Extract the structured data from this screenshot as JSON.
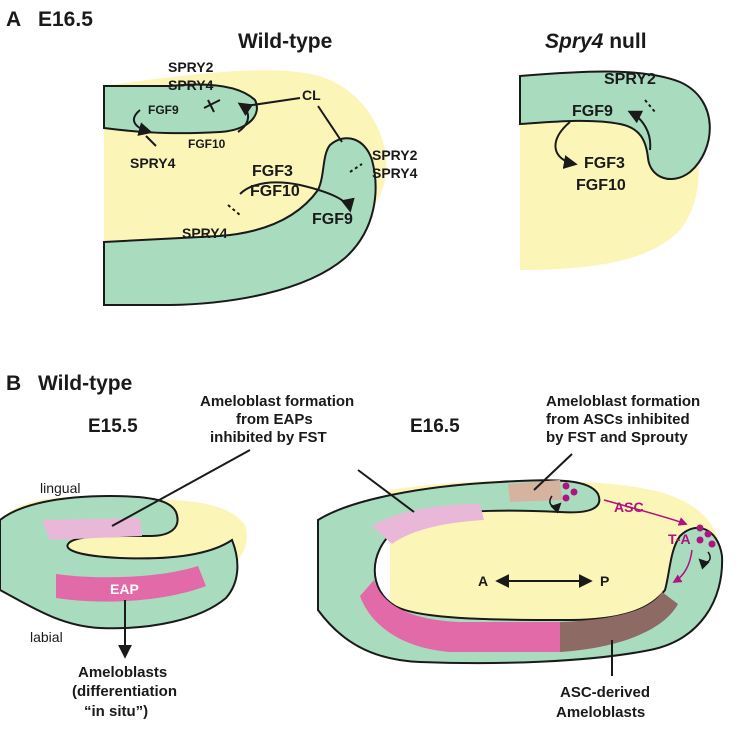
{
  "panel_a": {
    "letter": "A",
    "stage": "E16.5",
    "wild_type_title": "Wild-type",
    "null_title_gene": "Spry4",
    "null_title_rest": " null",
    "wt_labels": {
      "spry2_top": "SPRY2",
      "spry4_top": "SPRY4",
      "cl": "CL",
      "fgf9_small": "FGF9",
      "fgf10_small": "FGF10",
      "spry4_left": "SPRY4",
      "fgf3": "FGF3",
      "fgf10": "FGF10",
      "spry2_right": "SPRY2",
      "spry4_right": "SPRY4",
      "spry4_bottom": "SPRY4",
      "fgf9": "FGF9"
    },
    "null_labels": {
      "spry2": "SPRY2",
      "fgf9": "FGF9",
      "fgf3": "FGF3",
      "fgf10": "FGF10"
    }
  },
  "panel_b": {
    "letter": "B",
    "title": "Wild-type",
    "e155": "E15.5",
    "e165": "E16.5",
    "eap_note_1": "Ameloblast formation",
    "eap_note_2": "from EAPs",
    "eap_note_3": "inhibited by FST",
    "asc_note_1": "Ameloblast formation",
    "asc_note_2": "from ASCs inhibited",
    "asc_note_3": "by FST and Sprouty",
    "lingual": "lingual",
    "labial": "labial",
    "eap": "EAP",
    "ameloblasts_1": "Ameloblasts",
    "ameloblasts_2": "(differentiation",
    "ameloblasts_3": "“in situ”)",
    "asc": "ASC",
    "ta": "T-A",
    "axis_a": "A",
    "axis_p": "P",
    "asc_derived_1": "ASC-derived",
    "asc_derived_2": "Ameloblasts"
  },
  "colors": {
    "epithelium_green": "#a9dcbf",
    "mesenchyme_yellow": "#fbf6b8",
    "light_pink": "#e9b7d8",
    "hot_pink": "#e36aa8",
    "brown": "#8e6a64",
    "tan": "#d6b39f",
    "magenta": "#b0127f",
    "outline": "#1a1a1a"
  }
}
